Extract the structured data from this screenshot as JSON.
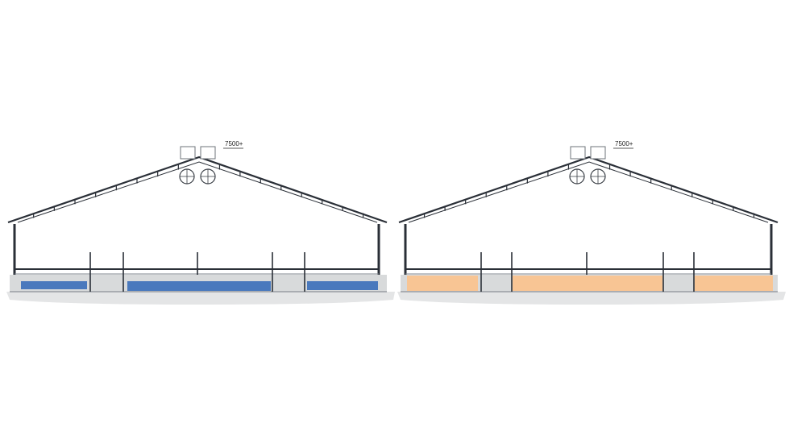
{
  "figure": {
    "panels": [
      {
        "id": "left",
        "dimension_label": "7500+",
        "fill_color": "#4a79bd",
        "fill_label": ""
      },
      {
        "id": "right",
        "dimension_label": "7500+",
        "fill_color": "#f8c594",
        "fill_label": ""
      }
    ]
  },
  "colors": {
    "structure": "#2a2f37",
    "ground": "#d4d6d8",
    "platform_edge": "#7b8088",
    "background": "#ffffff"
  }
}
